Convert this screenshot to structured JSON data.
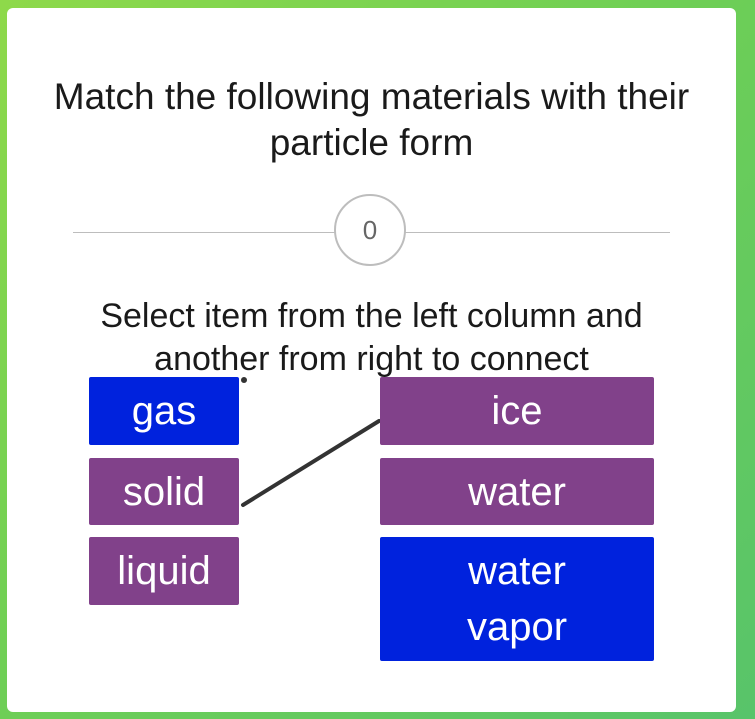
{
  "question": {
    "line1": "Match the following materials with their",
    "line2": "particle form"
  },
  "score": "0",
  "instruction": {
    "line1": "Select item from the left column and",
    "line2": "another from right to connect"
  },
  "left_items": [
    {
      "label": "gas",
      "color": "#0022dd"
    },
    {
      "label": "solid",
      "color": "#81418a"
    },
    {
      "label": "liquid",
      "color": "#81418a"
    }
  ],
  "right_items": [
    {
      "label": "ice",
      "color": "#81418a"
    },
    {
      "label": "water",
      "color": "#81418a"
    },
    {
      "label_line1": "water",
      "label_line2": "vapor",
      "color": "#0022dd"
    }
  ],
  "connections": [
    {
      "left": "solid",
      "right": "ice"
    }
  ]
}
